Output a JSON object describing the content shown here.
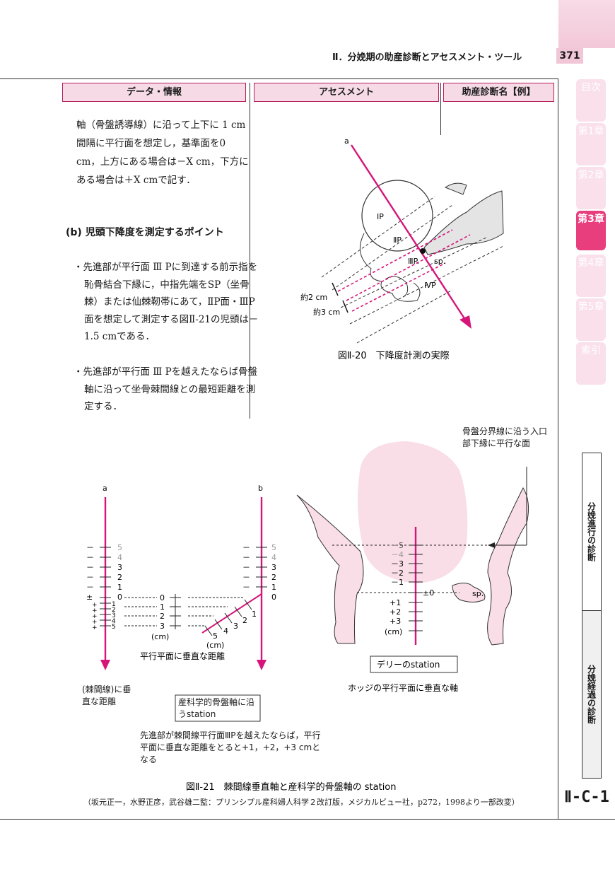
{
  "header": {
    "title": "Ⅱ．分娩期の助産診断とアセスメント・ツール",
    "page_number": "371"
  },
  "columns": {
    "data_label": "データ・情報",
    "assessment_label": "アセスメント",
    "diagnosis_label": "助産診断名【例】"
  },
  "text": {
    "para1": "軸（骨盤誘導線）に沿って上下に 1 cm間隔に平行面を想定し，基準面を0 cm，上方にある場合は－X cm，下方にある場合は＋X cmで記す．",
    "heading_b": "(b) 児頭下降度を測定するポイント",
    "bullet1": "・先進部が平行面 Ⅲ Pに到達する前示指を恥骨結合下縁に，中指先端をSP（坐骨棘）または仙棘靭帯にあて，ⅡP面・ⅢP面を想定して測定する図Ⅱ-21の児頭は－1.5 cmである．",
    "bullet2": "・先進部が平行面 Ⅲ Pを越えたならば骨盤軸に沿って坐骨棘間線との最短距離を測定する．"
  },
  "side_tabs": [
    {
      "label": "目次"
    },
    {
      "label": "第1章"
    },
    {
      "label": "第2章"
    },
    {
      "label": "第3章",
      "active": true
    },
    {
      "label": "第4章"
    },
    {
      "label": "第5章"
    },
    {
      "label": "索引"
    }
  ],
  "side_sections": {
    "section1": "分娩進行の診断",
    "section2": "分娩経過の診断",
    "code": "Ⅱ-C-1"
  },
  "figure20": {
    "caption": "図Ⅱ-20　下降度計測の実際",
    "label_a": "a",
    "label_ip": "ⅠP",
    "label_iip": "ⅡP",
    "label_iiip": "ⅢP.",
    "label_sp": "sp.",
    "label_ivp": "ⅣP",
    "label_2cm": "約2 cm",
    "label_3cm": "約3 cm"
  },
  "figure21": {
    "caption": "図Ⅱ-21　棘間線垂直軸と産科学的骨盤軸の station",
    "source": "（坂元正一，水野正彦，武谷雄二監：プリンシプル産科婦人科学２改訂版，メジカルビュー社，p272，1998より一部改変）",
    "label_a": "a",
    "label_b": "b",
    "label_cm": "(cm)",
    "label_parallel": "平行平面に垂直な距離",
    "label_spine": "(棘間線)に垂直な距離",
    "label_obstetric": "産科学的骨盤軸に沿うstation",
    "note": "先進部が棘間線平行面ⅢPを越えたならば，平行平面に垂直な距離をとると+1，+2，+3 cmとなる",
    "label_inlet": "骨盤分界線に沿う入口部下縁に平行な面",
    "label_sp": "sp.",
    "label_zero": "±0",
    "label_delee": "デリーのstation",
    "label_hodge": "ホッジの平行平面に垂直な軸",
    "neg_labels": [
      "5",
      "4",
      "3",
      "2",
      "1"
    ],
    "pos_labels": [
      "1",
      "2",
      "3",
      "4",
      "5"
    ],
    "mid_labels": [
      "0",
      "1",
      "2",
      "3"
    ],
    "delee_neg": [
      "－5",
      "－4",
      "－3",
      "－2",
      "－1"
    ],
    "delee_pos": [
      "+1",
      "+2",
      "+3"
    ],
    "diag_labels": [
      "1",
      "2",
      "3",
      "4",
      "5"
    ]
  },
  "colors": {
    "accent": "#d6157a",
    "pink_fill": "#f9dde7",
    "tab_pink": "#f9e0ea",
    "tab_active": "#e83e7e"
  }
}
